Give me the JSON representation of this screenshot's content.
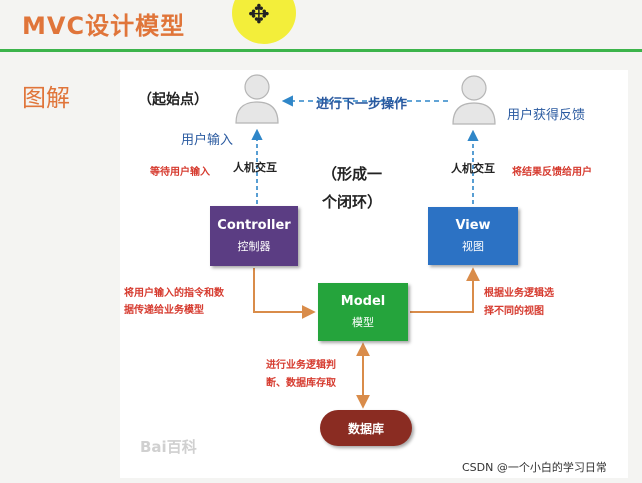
{
  "slide": {
    "title": "MVC设计模型",
    "section": "图解"
  },
  "colors": {
    "title_accent": "#e0753a",
    "rule": "#3cb44b",
    "controller": "#5b3d83",
    "view": "#2c72c4",
    "model": "#25a43c",
    "database": "#8a2c22",
    "arrow_blue": "#2f86c8",
    "arrow_orange": "#d98c4a"
  },
  "icons": [
    "user-icon",
    "cursor-move-icon"
  ],
  "diagram": {
    "start_label": "（起始点）",
    "top_arrow_label": "进行下一步操作",
    "user_input": "用户输入",
    "user_feedback": "用户获得反馈",
    "hci_left": "人机交互",
    "hci_right": "人机交互",
    "wait_input": "等待用户输入",
    "feedback_to_user": "将结果反馈给用户",
    "loop_line1": "（形成一",
    "loop_line2": "个闭环）",
    "controller_en": "Controller",
    "controller_cn": "控制器",
    "view_en": "View",
    "view_cn": "视图",
    "model_en": "Model",
    "model_cn": "模型",
    "database": "数据库",
    "ctrl_to_model_line1": "将用户输入的指令和数",
    "ctrl_to_model_line2": "据传递给业务模型",
    "model_to_view_line1": "根据业务逻辑选",
    "model_to_view_line2": "择不同的视图",
    "model_db_line1": "进行业务逻辑判",
    "model_db_line2": "断、数据库存取"
  },
  "footer": {
    "watermark": "CSDN @一个小白的学习日常",
    "logo": "Bai百科"
  }
}
